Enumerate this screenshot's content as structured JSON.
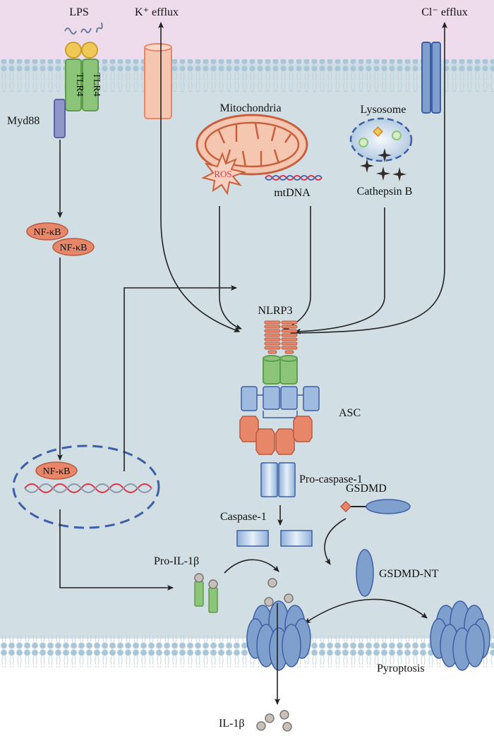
{
  "labels": {
    "lps": "LPS",
    "tlr4_a": "TLR4",
    "tlr4_b": "TLR4",
    "myd88": "Myd88",
    "k_efflux": "K⁺ efflux",
    "cl_efflux": "Cl⁻ efflux",
    "mitochondria": "Mitochondria",
    "ros": "ROS",
    "mtdna": "mtDNA",
    "lysosome": "Lysosome",
    "cathepsin_b": "Cathepsin B",
    "nfkb_1": "NF-κB",
    "nfkb_2": "NF-κB",
    "nfkb_nucleus": "NF-κB",
    "nlrp3": "NLRP3",
    "asc": "ASC",
    "pro_caspase1": "Pro-caspase-1",
    "caspase1": "Caspase-1",
    "gsdmd": "GSDMD",
    "gsdmd_nt": "GSDMD-NT",
    "pro_il1b": "Pro-IL-1β",
    "il1b": "IL-1β",
    "pyroptosis": "Pyroptosis"
  },
  "colors": {
    "extracellular": "#eedcec",
    "cytoplasm": "#d1dee3",
    "membrane_head": "#a9c6d8",
    "tlr4": "#8cc47a",
    "ligand": "#f0c855",
    "myd88": "#8f97c8",
    "orange": "#e8866a",
    "blue_protein": "#7f9fcc",
    "green_protein": "#8cc47a",
    "ros_text": "#e0324a"
  }
}
